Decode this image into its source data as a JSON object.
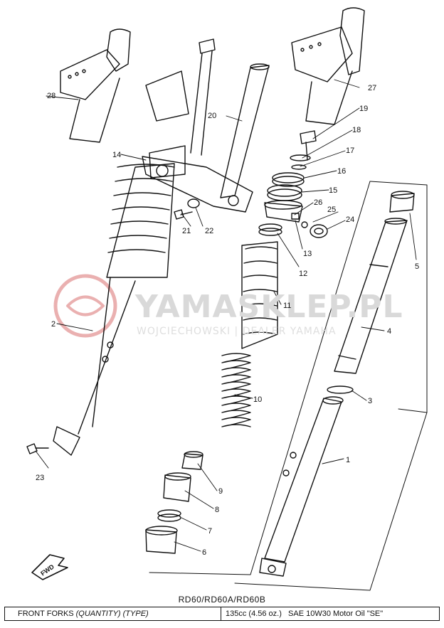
{
  "diagram": {
    "watermark": {
      "brand": "YAMASKLEP.PL",
      "sub": "WOJCIECHOWSKI | DEALER YAMAHA"
    },
    "fwd_label": "FWD",
    "parts": [
      "1",
      "2",
      "3",
      "4",
      "5",
      "6",
      "7",
      "8",
      "9",
      "10",
      "11",
      "12",
      "13",
      "14",
      "15",
      "16",
      "17",
      "18",
      "19",
      "20",
      "21",
      "22",
      "23",
      "24",
      "25",
      "26",
      "27",
      "28"
    ]
  },
  "footer": {
    "models": "RD60/RD60A/RD60B",
    "spec_label": "FRONT FORKS",
    "spec_label_italic": "(QUANTITY) (TYPE)",
    "spec_value": "135cc (4.56 oz.)   SAE 10W30 Motor Oil \"SE\""
  },
  "colors": {
    "ink": "#111111",
    "watermark": "#d9d9d9",
    "logo_red": "#e8a0a0"
  }
}
